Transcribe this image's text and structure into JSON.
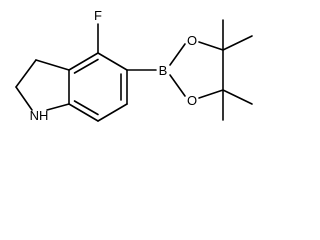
{
  "molecule": {
    "atoms": {
      "fluorine": "F",
      "boron": "B",
      "oxygen_top": "O",
      "oxygen_bottom": "O",
      "amine": "NH"
    }
  }
}
